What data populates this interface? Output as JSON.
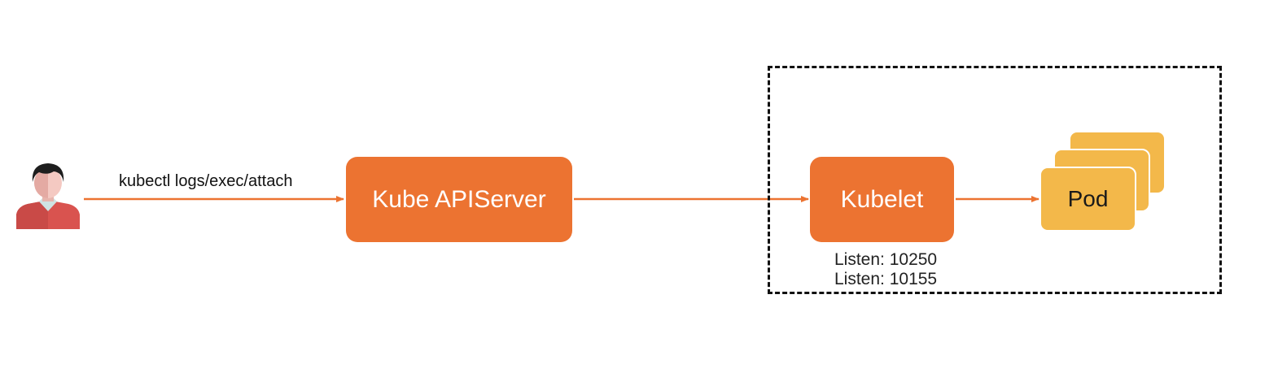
{
  "colors": {
    "node_fill": "#ec7331",
    "pod_fill": "#f3b84a",
    "arrow": "#ec7331",
    "boundary": "#111111"
  },
  "user": {
    "icon": "user-avatar-icon"
  },
  "edges": {
    "user_to_apiserver_label": "kubectl logs/exec/attach"
  },
  "nodes": {
    "apiserver": "Kube APIServer",
    "kubelet": "Kubelet",
    "pod": "Pod"
  },
  "kubelet_ports": {
    "line1": "Listen: 10250",
    "line2": "Listen: 10155"
  }
}
